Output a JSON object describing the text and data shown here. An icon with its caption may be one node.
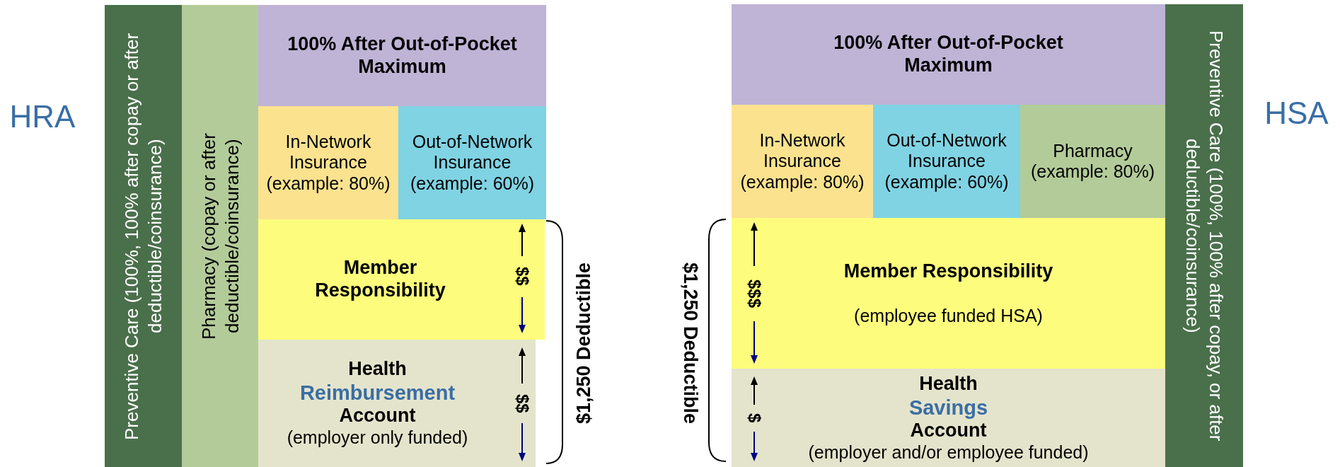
{
  "diagram": {
    "nodes": [
      {
        "text": [
          "Preventive Care (100%, 100% after copay or after deductible/coinsurance)"
        ]
      },
      {
        "text": [
          "Pharmacy (copay or after deductible/coinsurance)"
        ]
      },
      {
        "text": [
          "100% After Out-of-Pocket Maximum"
        ]
      },
      {
        "text": [
          "In-Network Insurance",
          "(example: 80%)"
        ]
      },
      {
        "text": [
          "Out-of-Network Insurance",
          "(example: 60%)"
        ]
      },
      {
        "text": [
          "Member Responsibility"
        ]
      },
      {
        "text": [
          "Health",
          "Reimbursement",
          "Account",
          "(employer only funded)"
        ]
      },
      {
        "text": [
          "100% After Out-of-Pocket Maximum"
        ]
      },
      {
        "text": [
          "In-Network Insurance",
          "(example: 80%)"
        ]
      },
      {
        "text": [
          "Out-of-Network Insurance",
          "(example: 60%)"
        ]
      },
      {
        "text": [
          "Pharmacy",
          "(example: 80%)"
        ]
      },
      {
        "text": [
          "Preventive Care (100%, 100% after copay, or after deductible/coinsurance)"
        ]
      },
      {
        "text": [
          "Member Responsibility",
          "(employee funded HSA)"
        ]
      },
      {
        "text": [
          "Health",
          "Savings",
          "Account",
          "(employer and/or employee funded)"
        ]
      }
    ],
    "labels": [
      "HRA",
      "$$",
      "$$",
      "$1,250 Deductible",
      "HSA",
      "$$$",
      "$",
      "$1,250 Deductible"
    ]
  }
}
